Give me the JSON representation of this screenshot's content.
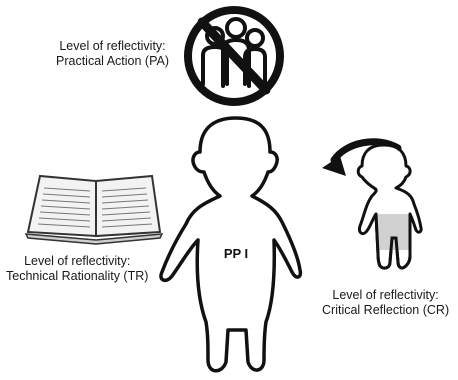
{
  "figure": {
    "center_figure_label": "PP I",
    "labels": {
      "practical_action": {
        "line1": "Level of reflectivity:",
        "line2": "Practical Action (PA)"
      },
      "technical_rationality": {
        "line1": "Level of reflectivity:",
        "line2": "Technical Rationality (TR)"
      },
      "critical_reflection": {
        "line1": "Level of reflectivity:",
        "line2": "Critical Reflection (CR)"
      }
    },
    "icons": {
      "group": "no-group-icon",
      "book": "open-book-icon",
      "person_main": "person-outline-icon",
      "person_small": "small-person-icon",
      "arrow": "curved-arrow-icon"
    },
    "colors": {
      "stroke": "#111111",
      "fill_gray": "#cfcfcf",
      "background": "#ffffff"
    }
  }
}
